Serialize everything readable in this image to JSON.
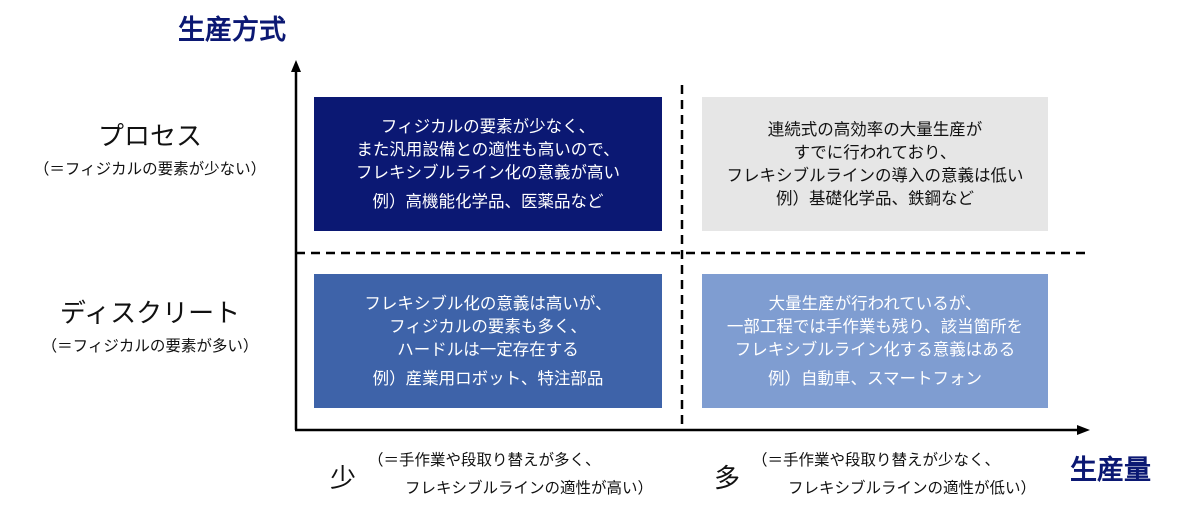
{
  "axes": {
    "y_title": "生産方式",
    "x_title": "生産量"
  },
  "rows": [
    {
      "label": "プロセス",
      "sub": "（＝フィジカルの要素が少ない）"
    },
    {
      "label": "ディスクリート",
      "sub": "（＝フィジカルの要素が多い）"
    }
  ],
  "columns": [
    {
      "label": "少",
      "line1": "（＝手作業や段取り替えが多く、",
      "line2": "フレキシブルラインの適性が高い）"
    },
    {
      "label": "多",
      "line1": "（＝手作業や段取り替えが少なく、",
      "line2": "フレキシブルラインの適性が低い）"
    }
  ],
  "cells": {
    "process_low": {
      "lines": [
        "フィジカルの要素が少なく、",
        "また汎用設備との適性も高いので、",
        "フレキシブルライン化の意義が高い"
      ],
      "example": "例）高機能化学品、医薬品など",
      "color": "#0b1873"
    },
    "process_high": {
      "lines": [
        "連続式の高効率の大量生産が",
        "すでに行われており、",
        "フレキシブルラインの導入の意義は低い"
      ],
      "example": "例）基礎化学品、鉄鋼など",
      "color": "#e6e6e6"
    },
    "discrete_low": {
      "lines": [
        "フレキシブル化の意義は高いが、",
        "フィジカルの要素も多く、",
        "ハードルは一定存在する"
      ],
      "example": "例）産業用ロボット、特注部品",
      "color": "#3e63a9"
    },
    "discrete_high": {
      "lines": [
        "大量生産が行われているが、",
        "一部工程では手作業も残り、該当箇所を",
        "フレキシブルライン化する意義はある"
      ],
      "example": "例）自動車、スマートフォン",
      "color": "#7f9dd1"
    }
  }
}
